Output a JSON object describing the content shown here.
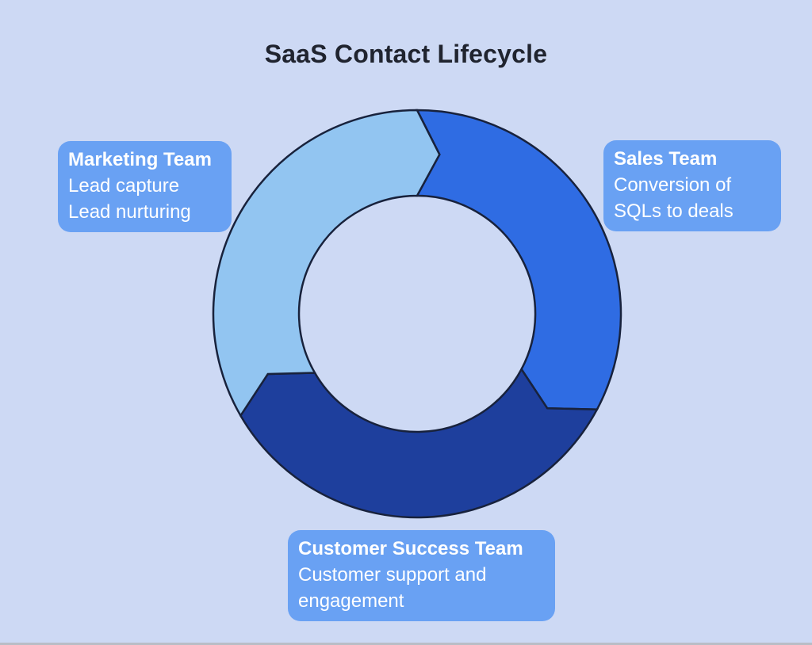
{
  "diagram": {
    "title": "SaaS Contact Lifecycle",
    "colors": {
      "background": "#cdd9f4",
      "label_box": "#69a1f3",
      "label_text": "#ffffff",
      "outline": "#18223c",
      "title_text": "#20242f"
    },
    "segments": [
      {
        "id": "marketing",
        "color": "#92c5f1"
      },
      {
        "id": "sales",
        "color": "#2f6ce3"
      },
      {
        "id": "customer-success",
        "color": "#1e3f9d"
      }
    ],
    "labels": [
      {
        "title": "Marketing Team",
        "line1": "Lead capture",
        "line2": "Lead nurturing"
      },
      {
        "title": "Sales Team",
        "line1": "Conversion of",
        "line2": "SQLs to deals"
      },
      {
        "title": "Customer Success Team",
        "line1": "Customer support and",
        "line2": "engagement"
      }
    ]
  }
}
